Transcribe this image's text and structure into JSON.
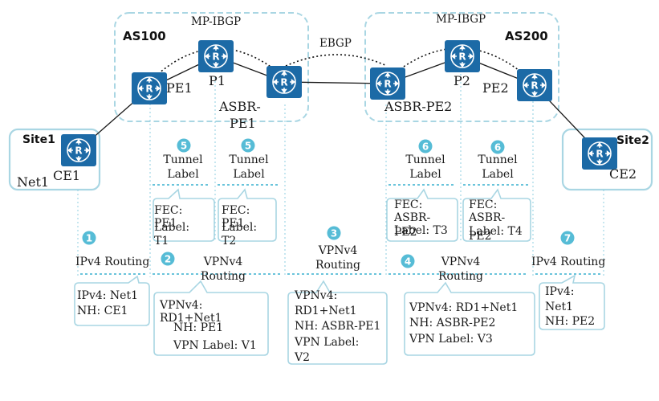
{
  "as_domains": {
    "as100": "AS100",
    "as200": "AS200"
  },
  "sessions": {
    "mp_ibgp_left": "MP-IBGP",
    "mp_ibgp_right": "MP-IBGP",
    "ebgp": "EBGP"
  },
  "devices": {
    "pe1": "PE1",
    "p1": "P1",
    "asbr_pe1_line1": "ASBR-",
    "asbr_pe1_line2": "PE1",
    "asbr_pe2": "ASBR-PE2",
    "p2": "P2",
    "pe2": "PE2",
    "ce1": "CE1",
    "ce2": "CE2",
    "net1": "Net1"
  },
  "sites": {
    "site1": "Site1",
    "site2": "Site2"
  },
  "steps": {
    "n1": "1",
    "n2": "2",
    "n3": "3",
    "n4": "4",
    "n5a": "5",
    "n5b": "5",
    "n6a": "6",
    "n6b": "6",
    "n7": "7"
  },
  "step_labels": {
    "tunnel_label_5a": [
      "Tunnel",
      "Label"
    ],
    "tunnel_label_5b": [
      "Tunnel",
      "Label"
    ],
    "tunnel_label_6a": [
      "Tunnel",
      "Label"
    ],
    "tunnel_label_6b": [
      "Tunnel",
      "Label"
    ],
    "ipv4_routing_1": "IPv4 Routing",
    "vpnv4_routing_2": [
      "VPNv4",
      "Routing"
    ],
    "vpnv4_routing_3": [
      "VPNv4",
      "Routing"
    ],
    "vpnv4_routing_4": [
      "VPNv4",
      "Routing"
    ],
    "ipv4_routing_7": "IPv4 Routing"
  },
  "bubbles": {
    "fec_pe1": [
      "FEC:",
      "PE1",
      "Label:",
      "T1"
    ],
    "fec_pe1_b": [
      "FEC:",
      "PE1",
      "Label:",
      "T2"
    ],
    "fec_asbr_pe2": [
      "FEC:",
      "ASBR-",
      "PE2",
      "Label: T3"
    ],
    "fec_pe2": [
      "FEC:",
      "ASBR-",
      "PE2",
      "Label: T4"
    ],
    "ipv4_ce1": [
      "IPv4: Net1",
      "NH: CE1"
    ],
    "vpnv4_pe1": [
      "VPNv4:",
      "RD1+Net1",
      "NH: PE1",
      "VPN Label: V1"
    ],
    "vpnv4_asbr_pe1": [
      "VPNv4:",
      "RD1+Net1",
      "NH: ASBR-PE1",
      "VPN Label:",
      "V2"
    ],
    "vpnv4_asbr_pe2": [
      "VPNv4: RD1+Net1",
      "NH: ASBR-PE2",
      "VPN Label: V3"
    ],
    "ipv4_pe2": [
      "IPv4:",
      "Net1",
      "NH: PE2"
    ]
  },
  "colors": {
    "router": "#1c6aa6",
    "accent": "#56bcd6",
    "box": "#a9d6e3"
  }
}
